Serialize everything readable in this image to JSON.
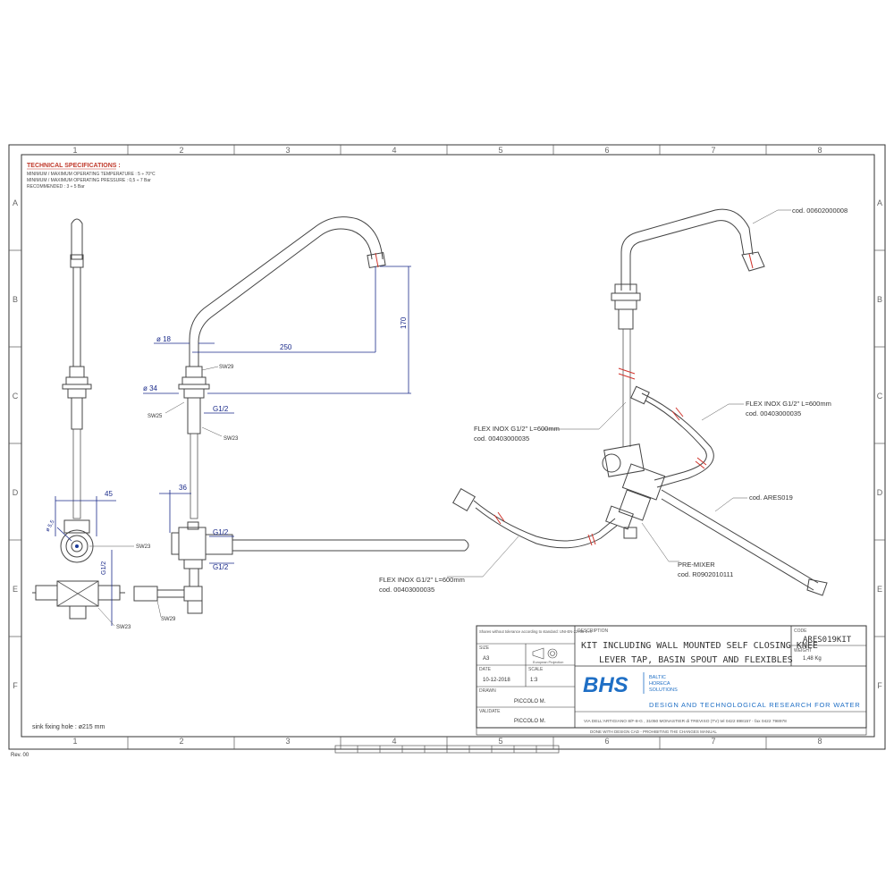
{
  "frame": {
    "columns": [
      "1",
      "2",
      "3",
      "4",
      "5",
      "6",
      "7",
      "8"
    ],
    "rows": [
      "A",
      "B",
      "C",
      "D",
      "E",
      "F"
    ],
    "revision": "Rev. 00",
    "sink_note": "sink fixing hole : ø215 mm"
  },
  "specs": {
    "title": "TECHNICAL SPECIFICATIONS :",
    "lines": [
      "MINIMUM / MAXIMUM OPERATING TEMPERATURE : 5 ÷ 70°C",
      "MINIMUM / MAXIMUM OPERATING PRESSURE : 0,5 ÷ 7 Bar",
      "RECOMMENDED : 3 ÷ 5 Bar"
    ]
  },
  "dimensions": {
    "d18": "ø 18",
    "d34": "ø 34",
    "w250": "250",
    "h170": "170",
    "w45": "45",
    "w36": "36",
    "d55": "ø 5,5",
    "g12_a": "G1/2",
    "g12_b": "G1/2",
    "g12_c": "G1/2",
    "g12_d": "G1/2"
  },
  "wrench_sizes": {
    "sw29": "SW29",
    "sw25": "SW25",
    "sw23_a": "SW23",
    "sw23_b": "SW23",
    "sw29_b": "SW29",
    "sw23_c": "SW23"
  },
  "callouts": {
    "spout_code": "cod. 00602000008",
    "flex_right_1": "FLEX INOX G1/2\" L=600mm",
    "flex_right_2": "cod. 00403000035",
    "flex_mid_1": "FLEX INOX G1/2\" L=600mm",
    "flex_mid_2": "cod. 00403000035",
    "lever_code": "cod. ARES019",
    "premixer_1": "PRE-MIXER",
    "premixer_2": "cod. R0902010111",
    "flex_low_1": "FLEX INOX G1/2\" L=600mm",
    "flex_low_2": "cod. 00403000035"
  },
  "title_block": {
    "tolerance": "Shares without tolerance according to standard: UNI-EN-22768-1-m",
    "size_label": "SIZE",
    "size_value": "A3",
    "projection": "European Projection",
    "date_label": "DATE",
    "date_value": "10-12-2018",
    "scale_label": "SCALE",
    "scale_value": "1:3",
    "drawn_label": "DRAWN",
    "drawn_value": "PICCOLO M.",
    "validate_label": "VALIDATE",
    "validate_value": "PICCOLO M.",
    "description_label": "DESCRIPTION",
    "description_line1": "KIT INCLUDING WALL MOUNTED SELF CLOSING KNEE",
    "description_line2": "LEVER TAP, BASIN SPOUT AND FLEXIBLES",
    "code_label": "CODE",
    "code_value": "ARES019KIT",
    "weight_label": "WEIGHT",
    "weight_value": "1,48 Kg",
    "brand": "BHS",
    "brand_sub1": "BALTIC",
    "brand_sub2": "HORECA",
    "brand_sub3": "SOLUTIONS",
    "tagline": "DESIGN AND TECHNOLOGICAL RESEARCH FOR WATER",
    "address": "VIA DELL'ARTIGIANO 8/F-8-G , 31050 MONASTIER di TREVISO (TV) tel 0422 898157 - fax 0422 798978",
    "footer": "DONE WITH DESIGN CAD - PROHIBITING THE CHANGES MANUAL"
  }
}
